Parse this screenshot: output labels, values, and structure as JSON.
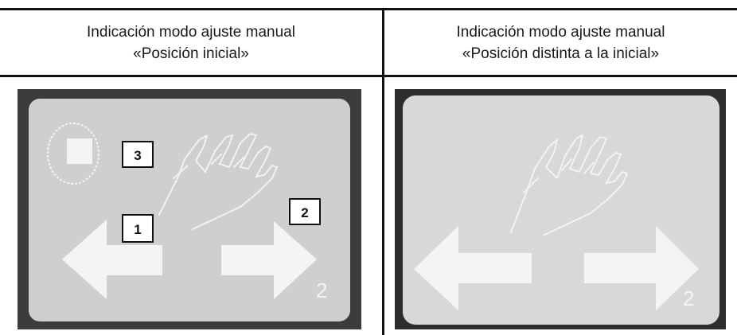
{
  "headers": {
    "left": {
      "line1": "Indicación modo ajuste manual",
      "line2": "«Posición inicial»"
    },
    "right": {
      "line1": "Indicación modo ajuste manual",
      "line2": "«Posición distinta a la inicial»"
    }
  },
  "panels": {
    "left": {
      "callouts": [
        "3",
        "1",
        "2"
      ],
      "corner_digit": "2"
    },
    "right": {
      "corner_digit": "2"
    }
  },
  "colors": {
    "screen_frame": "#3c3c3c",
    "screen_face": "#cfcfcf",
    "glyph": "#f4f4f4"
  }
}
